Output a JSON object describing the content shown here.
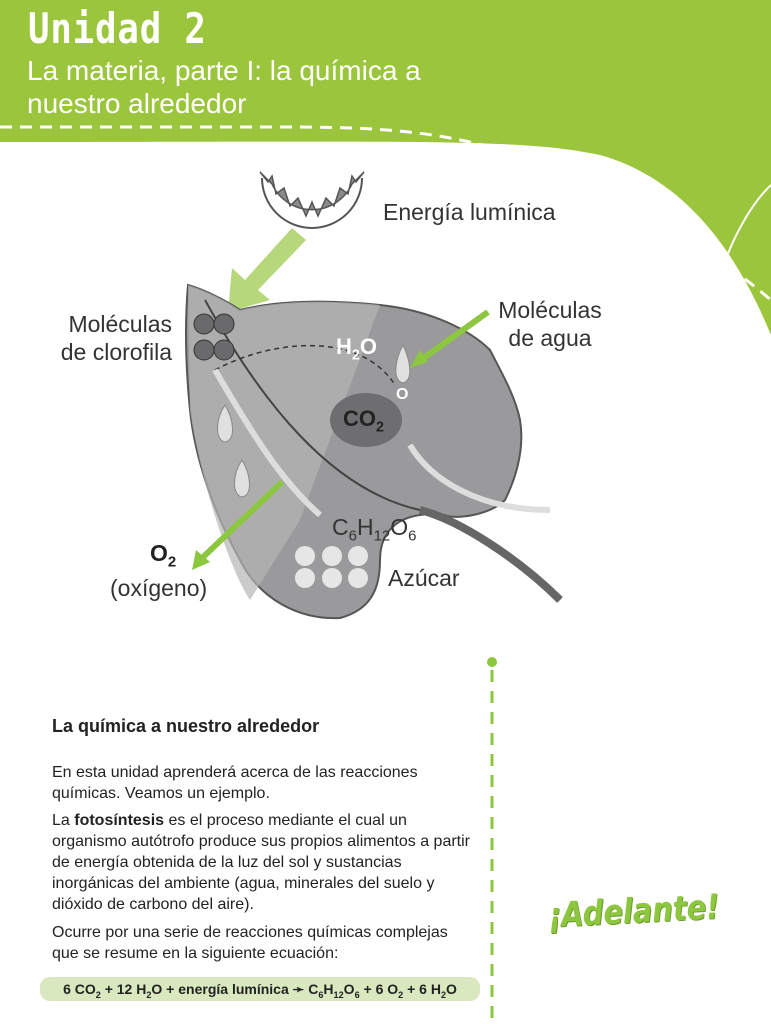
{
  "header": {
    "unit": "Unidad 2",
    "subtitle_line1": "La materia, parte I: la química a",
    "subtitle_line2": "nuestro alrededor"
  },
  "colors": {
    "brand_green": "#9bc53d",
    "leaf_gray": "#9a9a9c",
    "equation_bg": "#d9e8bf"
  },
  "diagram": {
    "energy_label": "Energía lumínica",
    "chlorophyll_label_1": "Moléculas",
    "chlorophyll_label_2": "de clorofila",
    "water_label_1": "Moléculas",
    "water_label_2": "de agua",
    "h2o": {
      "base": "H",
      "sub": "2",
      "end": "O"
    },
    "o_label": "O",
    "co2": {
      "base": "CO",
      "sub": "2"
    },
    "glucose": {
      "c": "C",
      "c_sub": "6",
      "h": "H",
      "h_sub": "12",
      "o": "O",
      "o_sub": "6"
    },
    "sugar_label": "Azúcar",
    "o2": {
      "base": "O",
      "sub": "2"
    },
    "oxygen_label": "(oxígeno)"
  },
  "content": {
    "heading": "La química a nuestro alrededor",
    "p1": "En esta unidad aprenderá acerca de las reacciones químicas. Veamos un ejemplo.",
    "p2_pre": "La ",
    "p2_bold": "fotosíntesis",
    "p2_post": " es el proceso mediante el cual un organismo autótrofo produce sus propios alimentos a partir de energía obtenida de la luz del sol y sustancias inorgánicas del ambiente (agua, minerales del suelo y dióxido de carbono del aire).",
    "p3": "Ocurre por  una serie de reacciones químicas complejas que se resume en la siguiente ecuación:",
    "adelante": "¡Adelante!"
  },
  "equation": {
    "t1": "6 CO",
    "s1": "2",
    "t2": " + 12 H",
    "s2": "2",
    "t3": "O + energía lumínica ",
    "arrow": "➛",
    "t4": " C",
    "s4": "6",
    "t5": "H",
    "s5": "12",
    "t6": "O",
    "s6": "6",
    "t7": " + 6 O",
    "s7": "2",
    "t8": " + 6 H",
    "s8": "2",
    "t9": "O"
  }
}
